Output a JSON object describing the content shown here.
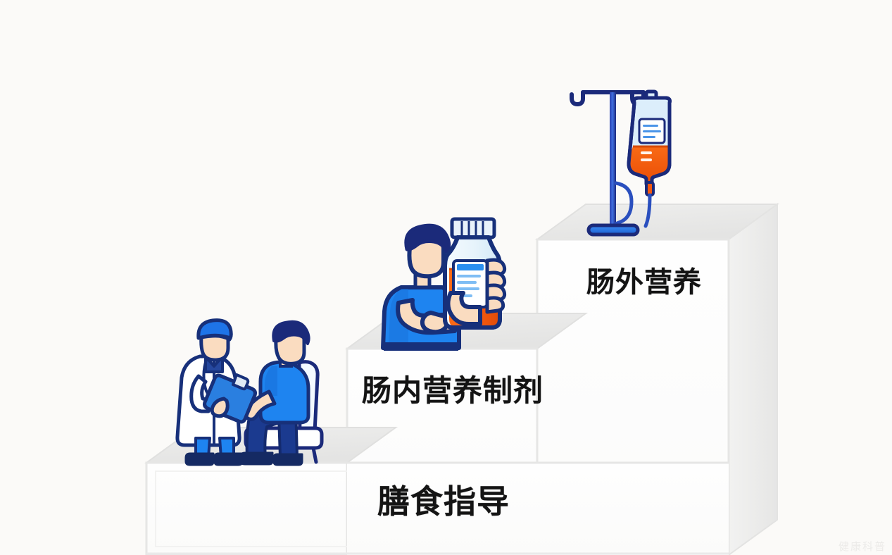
{
  "page": {
    "background_color": "#fbfaf8",
    "title_note": "Nutrition support staircase infographic"
  },
  "watermark": {
    "text": "健康科普"
  },
  "palette": {
    "step_top": "#ececeb",
    "step_side": "#e2e2e1",
    "step_front": "#fdfdfd",
    "step_border": "#dedede",
    "brand_blue": "#1e74e8",
    "deep_navy": "#1b2a7a",
    "light_blue": "#cfe4f7",
    "orange": "#f4590f",
    "skin": "#fadcc0",
    "white": "#ffffff",
    "text_dark": "#141414"
  },
  "steps": [
    {
      "id": "step-bottom",
      "level": 1,
      "label": "膳食指导",
      "illustration": "doctor-patient-consultation-icon",
      "illustration_description": "Doctor in white coat with clipboard and stethoscope speaking to a seated patient"
    },
    {
      "id": "step-middle",
      "level": 2,
      "label": "肠内营养制剂",
      "illustration": "person-holding-nutrition-bottle-icon",
      "illustration_description": "Person holding a large orange enteral nutrition bottle with a white label"
    },
    {
      "id": "step-top",
      "level": 3,
      "label": "肠外营养",
      "illustration": "iv-drip-stand-icon",
      "illustration_description": "IV pole with hanging bag of orange parenteral nutrition fluid and tubing"
    }
  ]
}
